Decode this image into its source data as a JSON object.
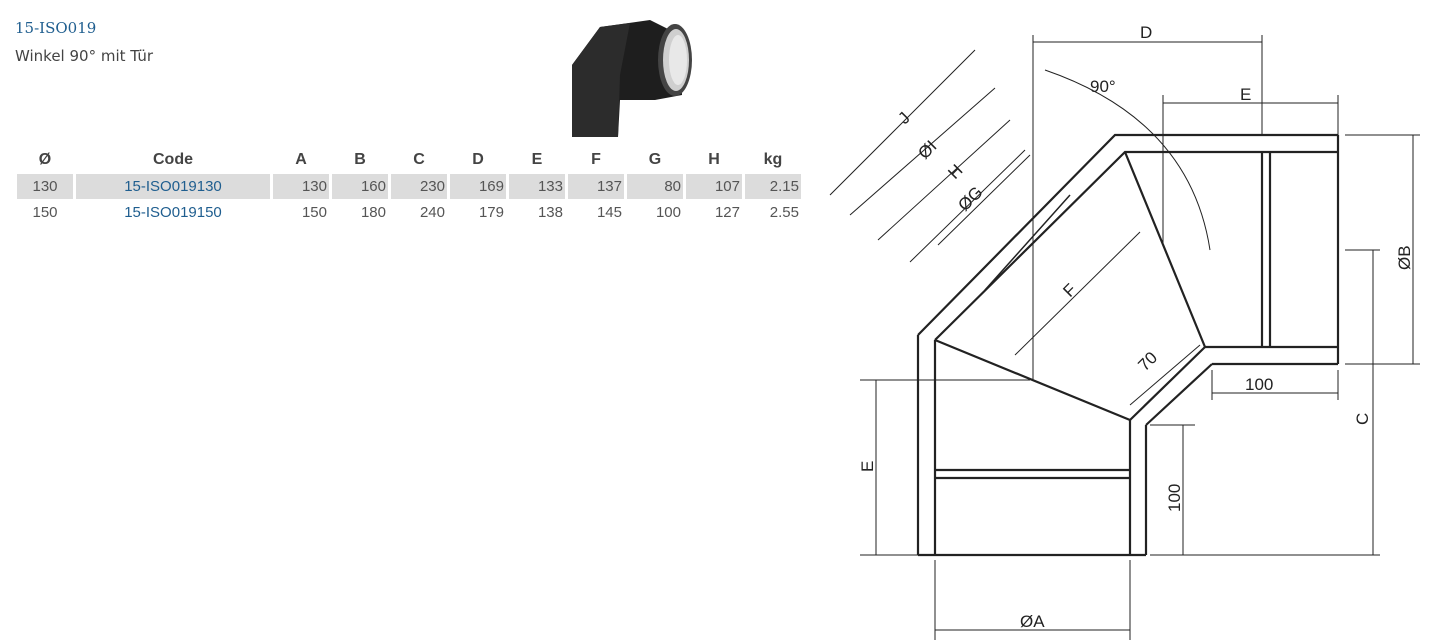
{
  "product": {
    "code": "15-ISO019",
    "name": "Winkel 90° mit Tür"
  },
  "table": {
    "headers": [
      "Ø",
      "Code",
      "A",
      "B",
      "C",
      "D",
      "E",
      "F",
      "G",
      "H",
      "kg"
    ],
    "rows": [
      [
        "130",
        "15-ISO019130",
        "130",
        "160",
        "230",
        "169",
        "133",
        "137",
        "80",
        "107",
        "2.15"
      ],
      [
        "150",
        "15-ISO019150",
        "150",
        "180",
        "240",
        "179",
        "138",
        "145",
        "100",
        "127",
        "2.55"
      ]
    ]
  },
  "drawing": {
    "labels": {
      "D": "D",
      "E_top": "E",
      "angle": "90°",
      "J": "J",
      "I": "ØI",
      "H": "H",
      "G": "ØG",
      "F": "F",
      "d70": "70",
      "d100_right": "100",
      "B": "ØB",
      "C": "C",
      "E_left": "E",
      "d100_bottom": "100",
      "A": "ØA"
    }
  }
}
